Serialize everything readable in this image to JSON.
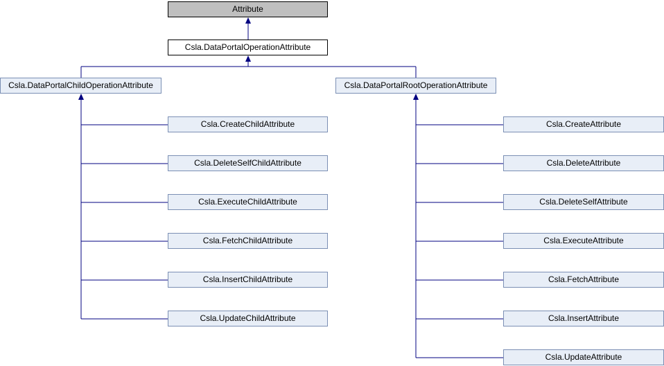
{
  "colors": {
    "edge": "#000080",
    "node_fill_base": "#bfbfbf",
    "node_fill_current": "#ffffff",
    "node_fill_derived": "#e8eef7",
    "node_border_derived": "#7b8fb4"
  },
  "nodes": {
    "attribute": "Attribute",
    "data_portal_operation": "Csla.DataPortalOperationAttribute",
    "data_portal_child_operation": "Csla.DataPortalChildOperationAttribute",
    "data_portal_root_operation": "Csla.DataPortalRootOperationAttribute",
    "create_child": "Csla.CreateChildAttribute",
    "delete_self_child": "Csla.DeleteSelfChildAttribute",
    "execute_child": "Csla.ExecuteChildAttribute",
    "fetch_child": "Csla.FetchChildAttribute",
    "insert_child": "Csla.InsertChildAttribute",
    "update_child": "Csla.UpdateChildAttribute",
    "create": "Csla.CreateAttribute",
    "delete": "Csla.DeleteAttribute",
    "delete_self": "Csla.DeleteSelfAttribute",
    "execute": "Csla.ExecuteAttribute",
    "fetch": "Csla.FetchAttribute",
    "insert": "Csla.InsertAttribute",
    "update": "Csla.UpdateAttribute"
  }
}
